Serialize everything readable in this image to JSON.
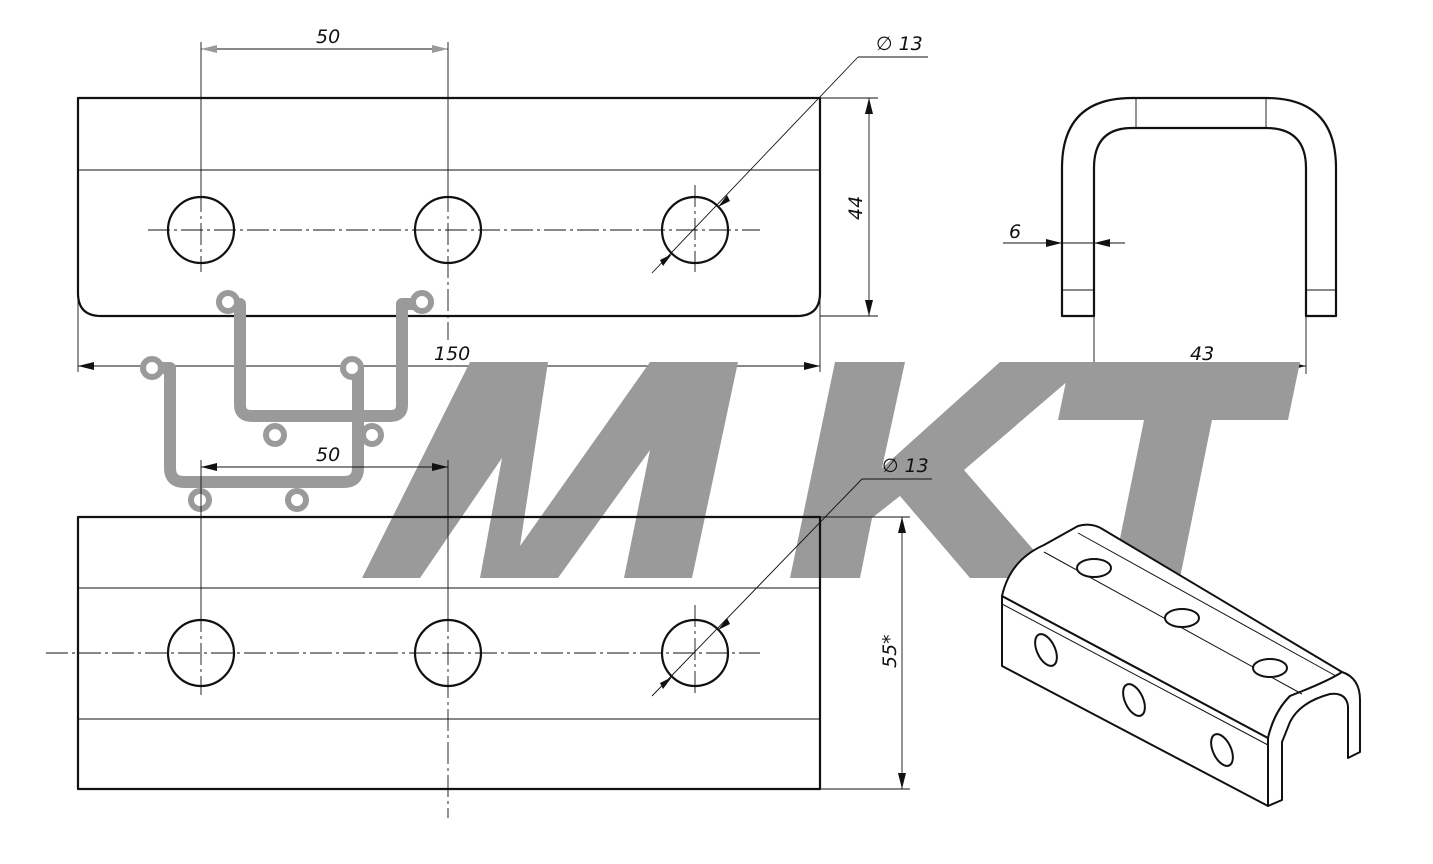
{
  "dimensions": {
    "top_hole_spacing": "50",
    "top_hole_diameter": "∅ 13",
    "top_height": "44",
    "overall_length": "150",
    "wall_thickness": "6",
    "inner_width": "43",
    "bottom_hole_spacing": "50",
    "bottom_hole_diameter": "∅ 13",
    "bottom_height": "55*"
  },
  "watermark": {
    "text": "МКТ",
    "color": "#9a9a9a"
  },
  "colors": {
    "line": "#111111",
    "background": "#ffffff"
  }
}
